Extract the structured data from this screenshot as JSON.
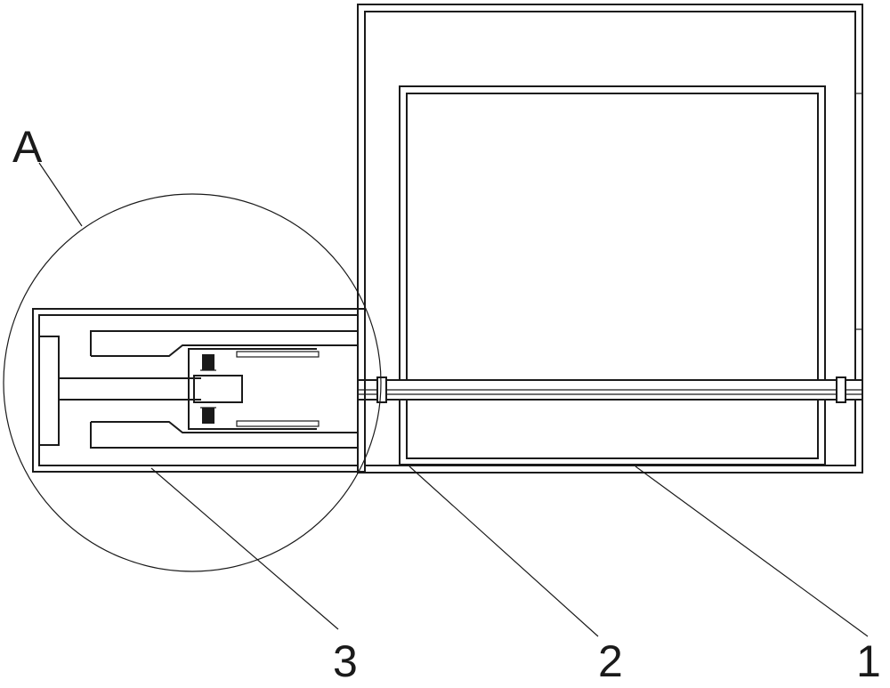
{
  "labels": {
    "detail": "A",
    "part_3": "3",
    "part_2": "2",
    "part_1": "1"
  },
  "colors": {
    "line": "#1a1a1a",
    "fill_dark": "#1a1a1a",
    "background": "#ffffff"
  }
}
